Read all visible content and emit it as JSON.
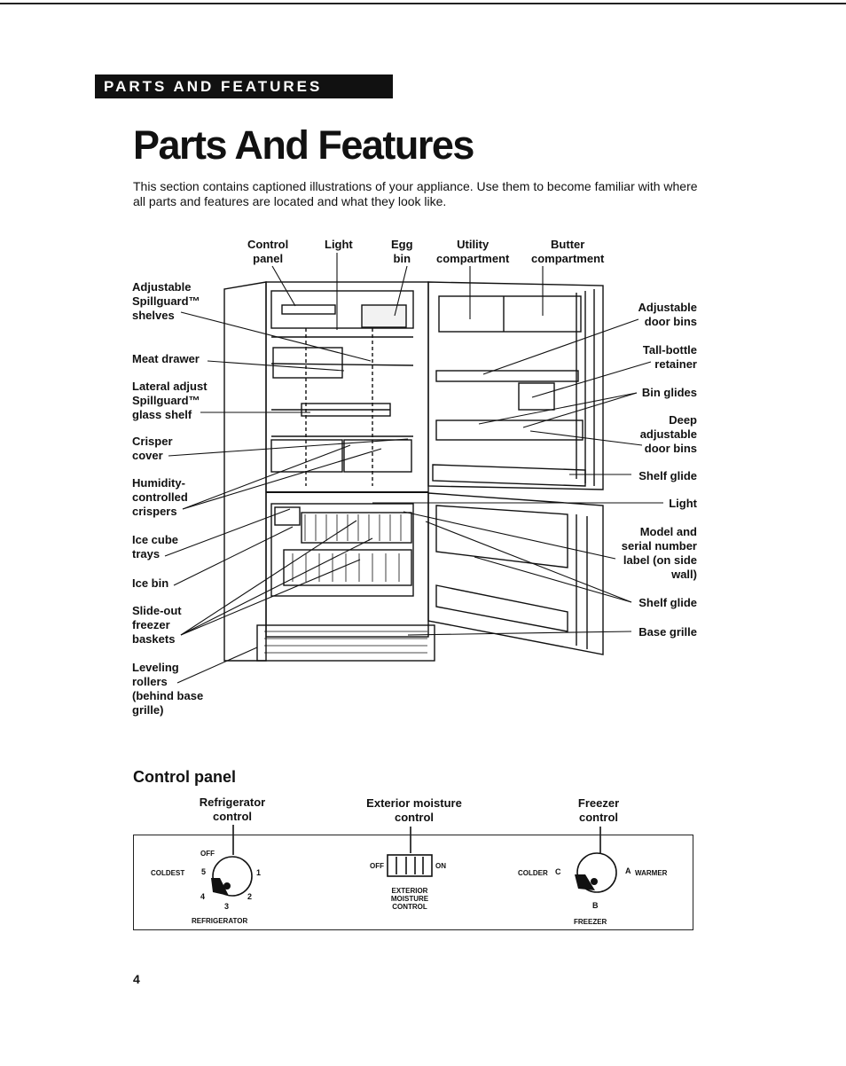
{
  "header": {
    "section_label": "PARTS AND FEATURES",
    "title": "Parts And Features",
    "intro": "This section contains captioned illustrations of your appliance. Use them to become familiar with where all parts and features are located and what they look like."
  },
  "diagram": {
    "top_labels": {
      "control_panel": "Control\npanel",
      "light": "Light",
      "egg_bin": "Egg\nbin",
      "utility": "Utility\ncompartment",
      "butter": "Butter\ncompartment"
    },
    "left_labels": {
      "shelves": "Adjustable\nSpillguard™\nshelves",
      "meat_drawer": "Meat drawer",
      "lateral_shelf": "Lateral adjust\nSpillguard™\nglass shelf",
      "crisper_cover": "Crisper\ncover",
      "crispers": "Humidity-\ncontrolled\ncrispers",
      "ice_trays": "Ice cube\ntrays",
      "ice_bin": "Ice bin",
      "baskets": "Slide-out\nfreezer\nbaskets",
      "rollers": "Leveling\nrollers\n(behind base\ngrille)"
    },
    "right_labels": {
      "door_bins": "Adjustable\ndoor bins",
      "tall_bottle": "Tall-bottle\nretainer",
      "bin_glides": "Bin glides",
      "deep_bins": "Deep\nadjustable\ndoor bins",
      "shelf_glide_1": "Shelf glide",
      "light": "Light",
      "model_label": "Model and\nserial number\nlabel (on side\nwall)",
      "shelf_glide_2": "Shelf glide",
      "base_grille": "Base grille"
    }
  },
  "control_panel": {
    "heading": "Control panel",
    "refrigerator": {
      "caption": "Refrigerator\ncontrol",
      "off": "OFF",
      "coldest": "COLDEST",
      "marks": [
        "5",
        "1",
        "4",
        "2",
        "3"
      ],
      "panel_label": "REFRIGERATOR"
    },
    "moisture": {
      "caption": "Exterior moisture\ncontrol",
      "off": "OFF",
      "on": "ON",
      "panel_label": "EXTERIOR\nMOISTURE\nCONTROL"
    },
    "freezer": {
      "caption": "Freezer\ncontrol",
      "colder": "COLDER",
      "c_mark": "C",
      "a_mark": "A",
      "warmer": "WARMER",
      "b_mark": "B",
      "panel_label": "FREEZER"
    }
  },
  "footer": {
    "page_number": "4"
  },
  "colors": {
    "ink": "#111111",
    "paper": "#ffffff"
  }
}
